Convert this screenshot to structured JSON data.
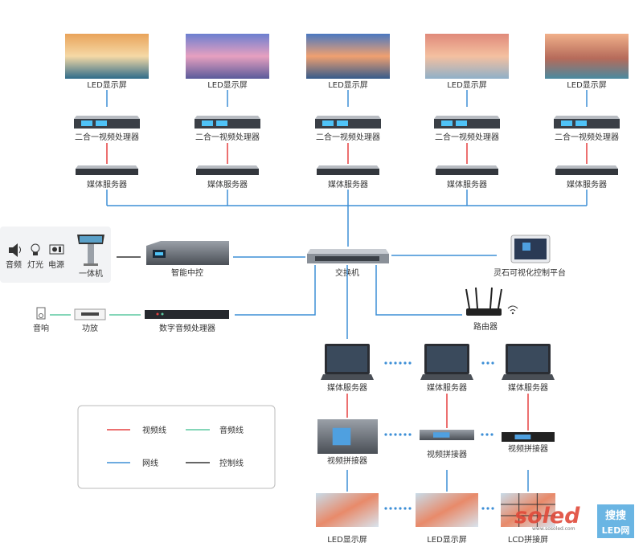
{
  "top_columns": [
    {
      "screen": "LED显示屏",
      "processor": "二合一视频处理器",
      "server": "媒体服务器"
    },
    {
      "screen": "LED显示屏",
      "processor": "二合一视频处理器",
      "server": "媒体服务器"
    },
    {
      "screen": "LED显示屏",
      "processor": "二合一视频处理器",
      "server": "媒体服务器"
    },
    {
      "screen": "LED显示屏",
      "processor": "二合一视频处理器",
      "server": "媒体服务器"
    },
    {
      "screen": "LED显示屏",
      "processor": "二合一视频处理器",
      "server": "媒体服务器"
    }
  ],
  "control_panel": {
    "audio": "音频",
    "light": "灯光",
    "power": "电源",
    "kiosk": "一体机"
  },
  "smart_control": "智能中控",
  "switch": "交换机",
  "platform": "灵石可视化控制平台",
  "speaker": "音响",
  "amplifier": "功放",
  "dsp": "数字音频处理器",
  "router": "路由器",
  "bottom_columns": [
    {
      "server": "媒体服务器",
      "splicer": "视频拼接器",
      "screen": "LED显示屏"
    },
    {
      "server": "媒体服务器",
      "splicer": "视频拼接器",
      "screen": "LED显示屏"
    },
    {
      "server": "媒体服务器",
      "splicer": "视频拼接器",
      "screen": "LCD拼接屏"
    }
  ],
  "legend": {
    "video": "视频线",
    "audio": "音频线",
    "network": "网线",
    "control": "控制线"
  },
  "colors": {
    "video": "#e54040",
    "audio": "#5cc9a0",
    "network": "#3d8fd6",
    "control": "#333333"
  },
  "watermark": {
    "brand": "soled",
    "site": "www.sosoled.com",
    "badge_top": "搜搜",
    "badge_bottom": "LED网"
  }
}
